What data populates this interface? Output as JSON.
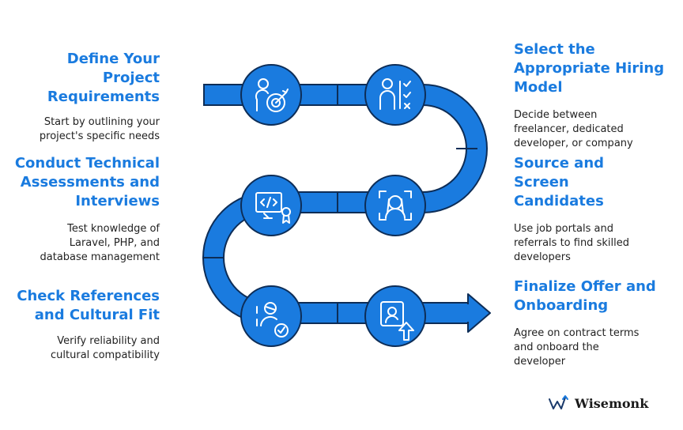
{
  "steps": [
    {
      "title": "Define Your Project Requirements",
      "title_lines": [
        "Define Your",
        "Project",
        "Requirements"
      ],
      "desc_lines": [
        "Start by outlining your",
        "project's specific needs"
      ],
      "icon": "target-person-icon"
    },
    {
      "title": "Select the Appropriate Hiring Model",
      "title_lines": [
        "Select the",
        "Appropriate Hiring",
        "Model"
      ],
      "desc_lines": [
        "Decide between",
        "freelancer, dedicated",
        "developer, or company"
      ],
      "icon": "person-checklist-icon"
    },
    {
      "title": "Source and Screen Candidates",
      "title_lines": [
        "Source and",
        "Screen",
        "Candidates"
      ],
      "desc_lines": [
        "Use job portals and",
        "referrals to find skilled",
        "developers"
      ],
      "icon": "face-scan-icon"
    },
    {
      "title": "Conduct Technical Assessments and Interviews",
      "title_lines": [
        "Conduct Technical",
        "Assessments and",
        "Interviews"
      ],
      "desc_lines": [
        "Test knowledge of",
        "Laravel, PHP, and",
        "database management"
      ],
      "icon": "code-certificate-icon"
    },
    {
      "title": "Check References and Cultural Fit",
      "title_lines": [
        "Check References",
        "and Cultural Fit"
      ],
      "desc_lines": [
        "Verify reliability and",
        "cultural compatibility"
      ],
      "icon": "person-verified-icon"
    },
    {
      "title": "Finalize Offer and Onboarding",
      "title_lines": [
        "Finalize Offer and",
        "Onboarding"
      ],
      "desc_lines": [
        "Agree on contract terms",
        "and onboard the",
        "developer"
      ],
      "icon": "profile-upload-icon"
    }
  ],
  "brand": {
    "name": "Wisemonk"
  },
  "colors": {
    "primary": "#1a7bdf",
    "dark": "#0d2d57",
    "text": "#222222"
  }
}
